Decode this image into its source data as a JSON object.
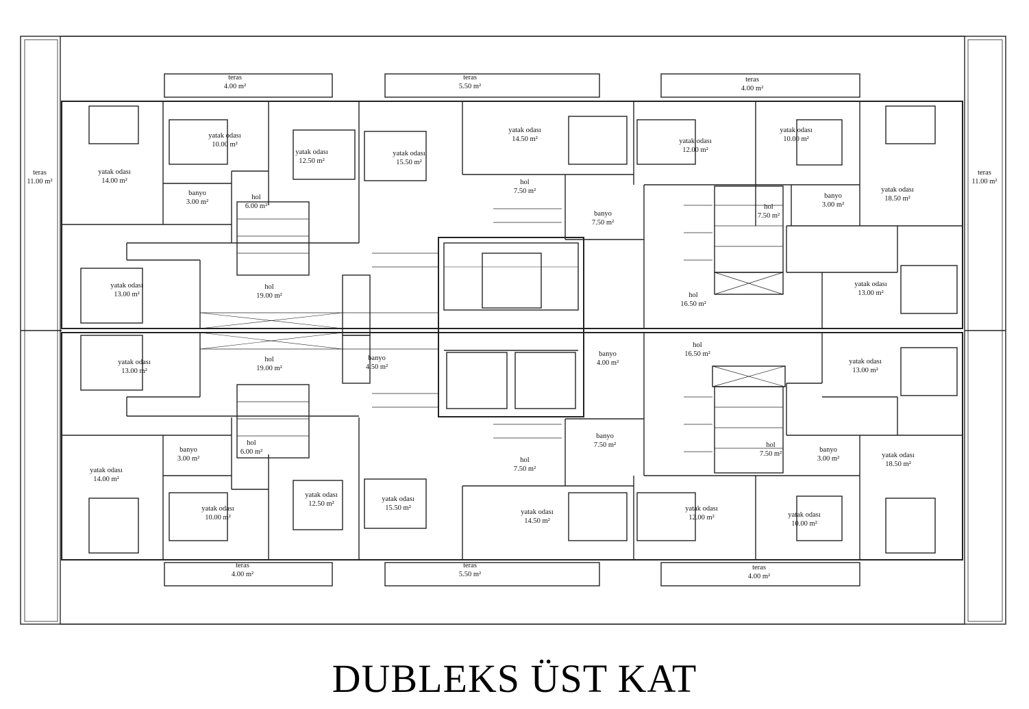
{
  "title": "DUBLEKS ÜST KAT",
  "rooms": [
    {
      "name": "teras",
      "area": "4.00 m²"
    },
    {
      "name": "teras",
      "area": "5.50 m²"
    },
    {
      "name": "teras",
      "area": "4.00 m²"
    },
    {
      "name": "teras",
      "area": "11.00 m²"
    },
    {
      "name": "teras",
      "area": "11.00 m²"
    },
    {
      "name": "yatak odası",
      "area": "14.00 m²"
    },
    {
      "name": "yatak odası",
      "area": "10.00 m²"
    },
    {
      "name": "yatak odası",
      "area": "12.50 m²"
    },
    {
      "name": "yatak odası",
      "area": "15.50 m²"
    },
    {
      "name": "yatak odası",
      "area": "14.50 m²"
    },
    {
      "name": "yatak odası",
      "area": "12.00 m²"
    },
    {
      "name": "yatak odası",
      "area": "10.00 m²"
    },
    {
      "name": "yatak odası",
      "area": "18.50 m²"
    },
    {
      "name": "banyo",
      "area": "3.00 m²"
    },
    {
      "name": "hol",
      "area": "6.00 m²"
    },
    {
      "name": "hol",
      "area": "7.50 m²"
    },
    {
      "name": "banyo",
      "area": "7.50 m²"
    },
    {
      "name": "hol",
      "area": "7.50 m²"
    },
    {
      "name": "banyo",
      "area": "3.00 m²"
    },
    {
      "name": "yatak odası",
      "area": "13.00 m²"
    },
    {
      "name": "hol",
      "area": "19.00 m²"
    },
    {
      "name": "hol",
      "area": "16.50 m²"
    },
    {
      "name": "yatak odası",
      "area": "13.00 m²"
    },
    {
      "name": "yatak odası",
      "area": "13.00 m²"
    },
    {
      "name": "hol",
      "area": "19.00 m²"
    },
    {
      "name": "banyo",
      "area": "4.50 m²"
    },
    {
      "name": "banyo",
      "area": "4.00 m²"
    },
    {
      "name": "hol",
      "area": "16.50 m²"
    },
    {
      "name": "yatak odası",
      "area": "13.00 m²"
    },
    {
      "name": "banyo",
      "area": "3.00 m²"
    },
    {
      "name": "hol",
      "area": "6.00 m²"
    },
    {
      "name": "banyo",
      "area": "7.50 m²"
    },
    {
      "name": "hol",
      "area": "7.50 m²"
    },
    {
      "name": "hol",
      "area": "7.50 m²"
    },
    {
      "name": "banyo",
      "area": "3.00 m²"
    },
    {
      "name": "yatak odası",
      "area": "14.00 m²"
    },
    {
      "name": "yatak odası",
      "area": "18.50 m²"
    },
    {
      "name": "yatak odası",
      "area": "10.00 m²"
    },
    {
      "name": "yatak odası",
      "area": "12.50 m²"
    },
    {
      "name": "yatak odası",
      "area": "15.50 m²"
    },
    {
      "name": "yatak odası",
      "area": "14.50 m²"
    },
    {
      "name": "yatak odası",
      "area": "12.00 m²"
    },
    {
      "name": "yatak odası",
      "area": "10.00 m²"
    },
    {
      "name": "teras",
      "area": "4.00 m²"
    },
    {
      "name": "teras",
      "area": "5.50 m²"
    },
    {
      "name": "teras",
      "area": "4.00 m²"
    }
  ]
}
